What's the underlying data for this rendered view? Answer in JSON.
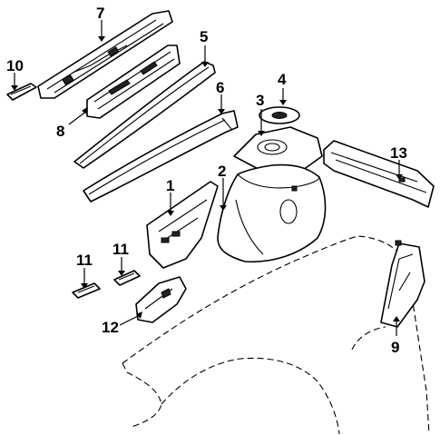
{
  "diagram": {
    "callouts": [
      {
        "id": "c1",
        "label": "1"
      },
      {
        "id": "c2",
        "label": "2"
      },
      {
        "id": "c3",
        "label": "3"
      },
      {
        "id": "c4",
        "label": "4"
      },
      {
        "id": "c5",
        "label": "5"
      },
      {
        "id": "c6",
        "label": "6"
      },
      {
        "id": "c7",
        "label": "7"
      },
      {
        "id": "c8",
        "label": "8"
      },
      {
        "id": "c9",
        "label": "9"
      },
      {
        "id": "c10",
        "label": "10"
      },
      {
        "id": "c11a",
        "label": "11"
      },
      {
        "id": "c11b",
        "label": "11"
      },
      {
        "id": "c12",
        "label": "12"
      },
      {
        "id": "c13",
        "label": "13"
      }
    ]
  }
}
